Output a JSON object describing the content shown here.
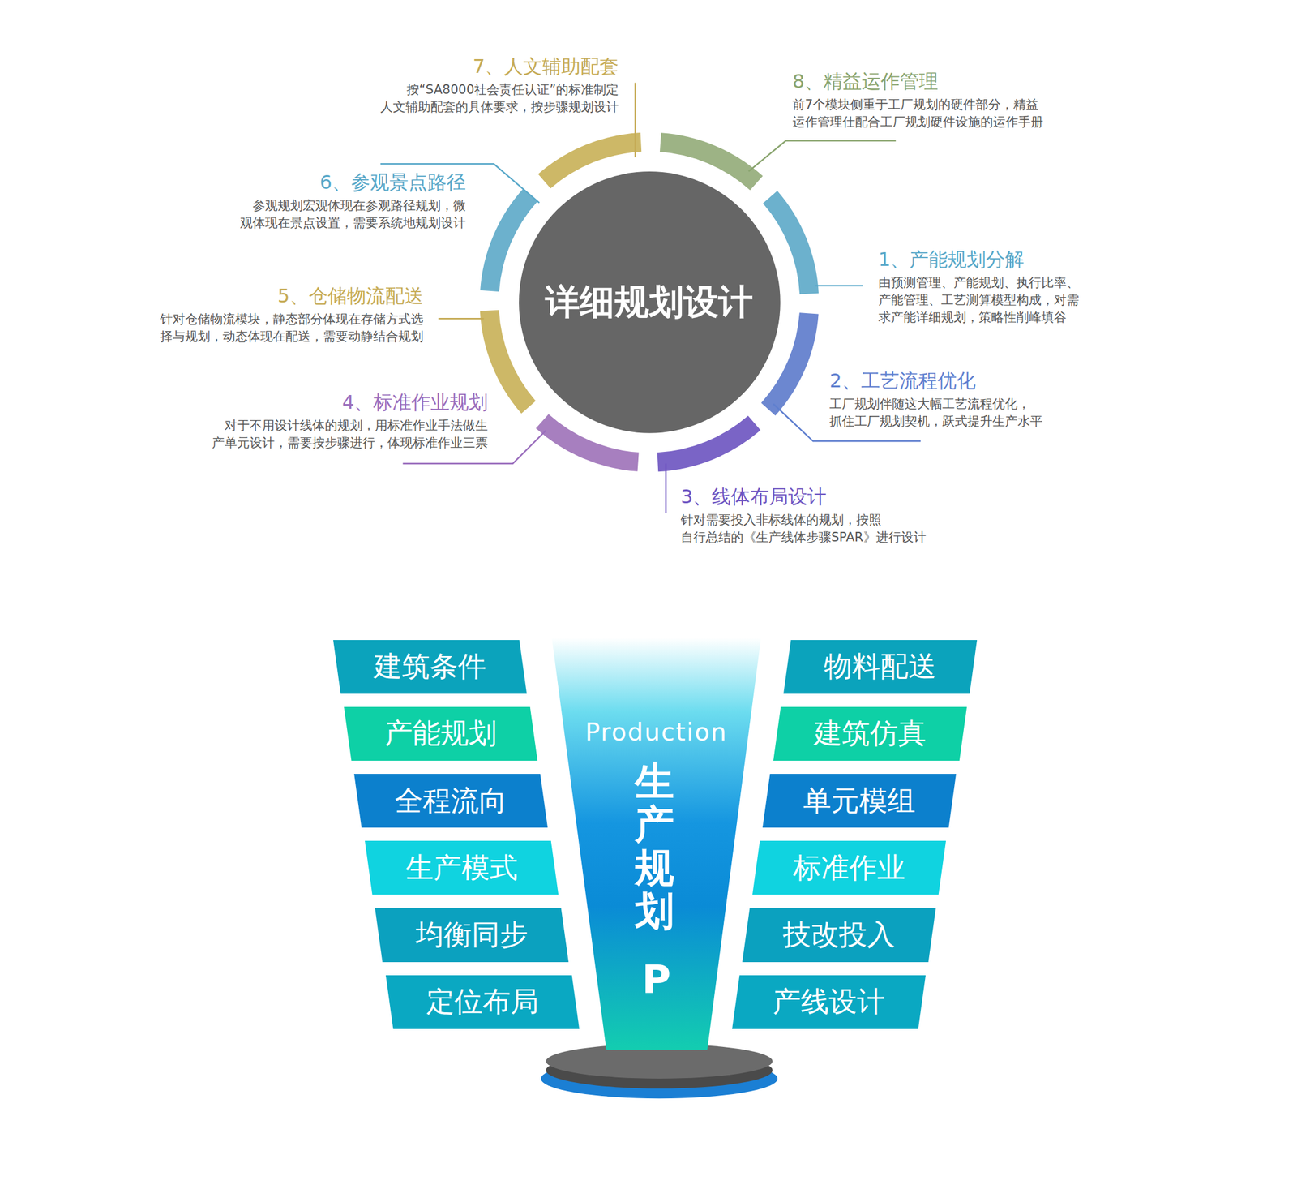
{
  "diagram": {
    "nodes": [
      {
        "text": [
          "详细规划设计"
        ]
      },
      {
        "text": [
          "1、产能规划分解",
          "由预测管理、产能规划、执行比率、 产能管理、工艺测算模型构成，对需 求产能详细规划，策略性削峰填谷"
        ]
      },
      {
        "text": [
          "2、工艺流程优化",
          "工厂规划伴随这大幅工艺流程优化， 抓住工厂规划契机，跃式提升生产水平"
        ]
      },
      {
        "text": [
          "3、线体布局设计",
          "针对需要投入非标线体的规划，按照 自行总结的《生产线体步骤SPAR》进行设计"
        ]
      },
      {
        "text": [
          "4、标准作业规划",
          "对于不用设计线体的规划，用标准作业手法做生 产单元设计，需要按步骤进行，体现标准作业三票"
        ]
      },
      {
        "text": [
          "5、仓储物流配送",
          "针对仓储物流模块，静态部分体现在存储方式选 择与规划，动态体现在配送，需要动静结合规划"
        ]
      },
      {
        "text": [
          "6、参观景点路径",
          "参观规划宏观体现在参观路径规划，微 观体现在景点设置，需要系统地规划设计"
        ]
      },
      {
        "text": [
          "7、人文辅助配套",
          "按“SA8000社会责任认证”的标准制定 人文辅助配套的具体要求，按步骤规划设计"
        ]
      },
      {
        "text": [
          "8、精益运作管理",
          "前7个模块侧重于工厂规划的硬件部分，精益 运作管理仕配合工厂规划硬件设施的运作手册"
        ]
      },
      {
        "text": [
          "建筑条件"
        ]
      },
      {
        "text": [
          "产能规划"
        ]
      },
      {
        "text": [
          "全程流向"
        ]
      },
      {
        "text": [
          "生产模式"
        ]
      },
      {
        "text": [
          "均衡同步"
        ]
      },
      {
        "text": [
          "定位布局"
        ]
      },
      {
        "text": [
          "Production",
          "生产规划",
          "P"
        ]
      },
      {
        "text": [
          "物料配送"
        ]
      },
      {
        "text": [
          "建筑仿真"
        ]
      },
      {
        "text": [
          "单元模组"
        ]
      },
      {
        "text": [
          "标准作业"
        ]
      },
      {
        "text": [
          "技改投入"
        ]
      },
      {
        "text": [
          "产线设计"
        ]
      }
    ]
  }
}
